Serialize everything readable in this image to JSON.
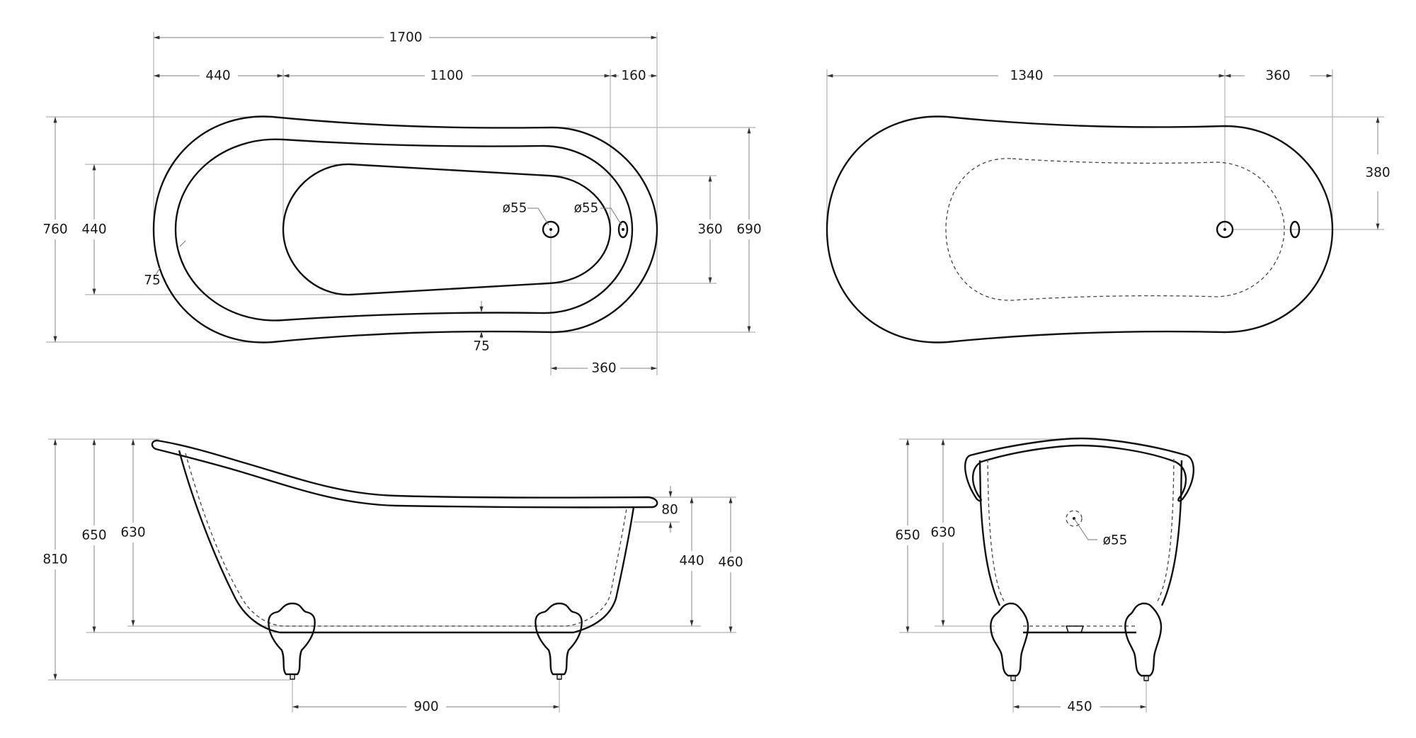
{
  "drawing": {
    "subject": "Freestanding clawfoot slipper bathtub technical drawing",
    "units": "mm"
  },
  "views": {
    "top_with_rim": {
      "dims": {
        "overall_length": "1700",
        "left_offset": "440",
        "inner_length": "1100",
        "right_offset": "160",
        "overall_width": "760",
        "inner_width_left": "440",
        "inner_width_right": "360",
        "width_right_end": "690",
        "rim_width_side": "75",
        "rim_width_bottom": "75",
        "drain_to_end": "360",
        "drain_diameter": "ø55",
        "overflow_diameter": "ø55"
      }
    },
    "top_outline": {
      "dims": {
        "to_drain": "1340",
        "drain_to_end": "360",
        "drain_from_edge": "380"
      }
    },
    "side": {
      "dims": {
        "overall_height": "810",
        "tub_height": "650",
        "inner_depth": "630",
        "rim_thickness": "80",
        "low_end_inner": "440",
        "low_end_height": "460",
        "feet_spacing": "900"
      }
    },
    "end": {
      "dims": {
        "tub_height": "650",
        "inner_depth": "630",
        "overflow_diameter": "ø55",
        "feet_spacing": "450"
      }
    }
  },
  "colors": {
    "outline": "#111111",
    "dimension_line": "#9a9a9a",
    "text": "#1a1a1a",
    "background": "#ffffff"
  }
}
